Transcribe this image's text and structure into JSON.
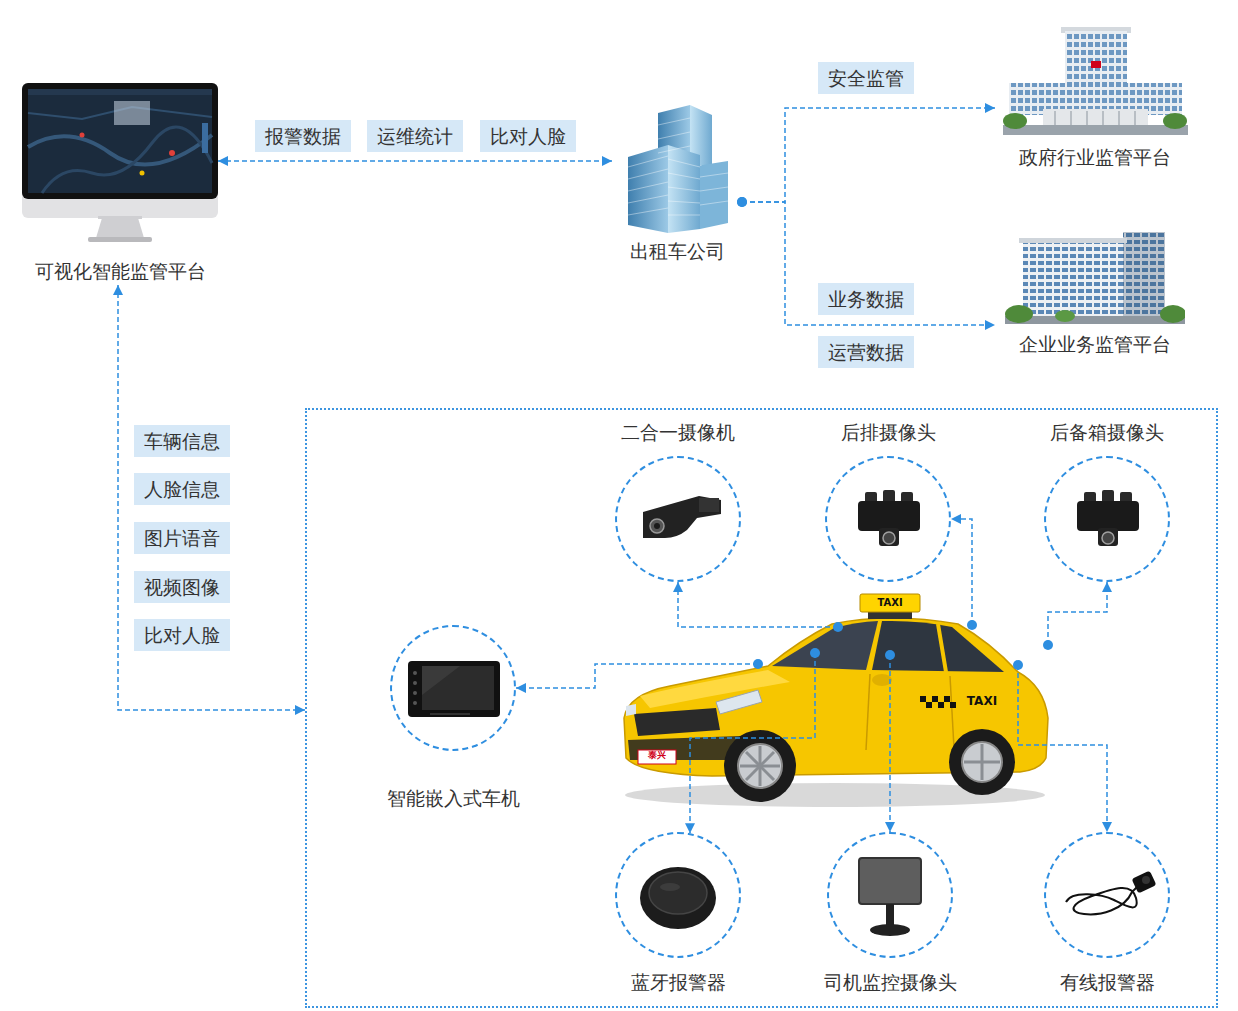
{
  "diagram": {
    "nodes": [
      {
        "text": [
          "可视化智能监管平台"
        ]
      },
      {
        "text": [
          "出租车公司"
        ]
      },
      {
        "text": [
          "政府行业监管平台"
        ]
      },
      {
        "text": [
          "企业业务监管平台"
        ]
      },
      {
        "text": []
      },
      {
        "text": [
          "二合一摄像机"
        ],
        "in": 4
      },
      {
        "text": [
          "后排摄像头"
        ],
        "in": 4
      },
      {
        "text": [
          "后备箱摄像头"
        ],
        "in": 4
      },
      {
        "text": [
          "智能嵌入式车机"
        ],
        "in": 4
      },
      {
        "text": [
          "TAXI",
          "TAXI",
          "泰兴"
        ],
        "in": 4
      },
      {
        "text": [
          "蓝牙报警器"
        ],
        "in": 4
      },
      {
        "text": [
          "司机监控摄像头"
        ],
        "in": 4
      },
      {
        "text": [
          "有线报警器"
        ],
        "in": 4
      }
    ],
    "edges": [
      {
        "from": 0,
        "to": 1,
        "arrow": "both"
      },
      {
        "from": 1,
        "to": 2,
        "arrow": "to"
      },
      {
        "from": 1,
        "to": 3,
        "arrow": "to"
      },
      {
        "from": 0,
        "to": 4,
        "arrow": "both"
      },
      {
        "from": 9,
        "to": 5,
        "arrow": "to"
      },
      {
        "from": 9,
        "to": 6,
        "arrow": "to"
      },
      {
        "from": 9,
        "to": 7,
        "arrow": "to"
      },
      {
        "from": 9,
        "to": 8,
        "arrow": "to"
      },
      {
        "from": 9,
        "to": 10,
        "arrow": "to"
      },
      {
        "from": 9,
        "to": 11,
        "arrow": "to"
      },
      {
        "from": 9,
        "to": 12,
        "arrow": "to"
      }
    ],
    "labels": [
      "报警数据",
      "运维统计",
      "比对人脸",
      "安全监管",
      "业务数据",
      "运营数据",
      "车辆信息",
      "人脸信息",
      "图片语音",
      "视频图像",
      "比对人脸"
    ]
  }
}
